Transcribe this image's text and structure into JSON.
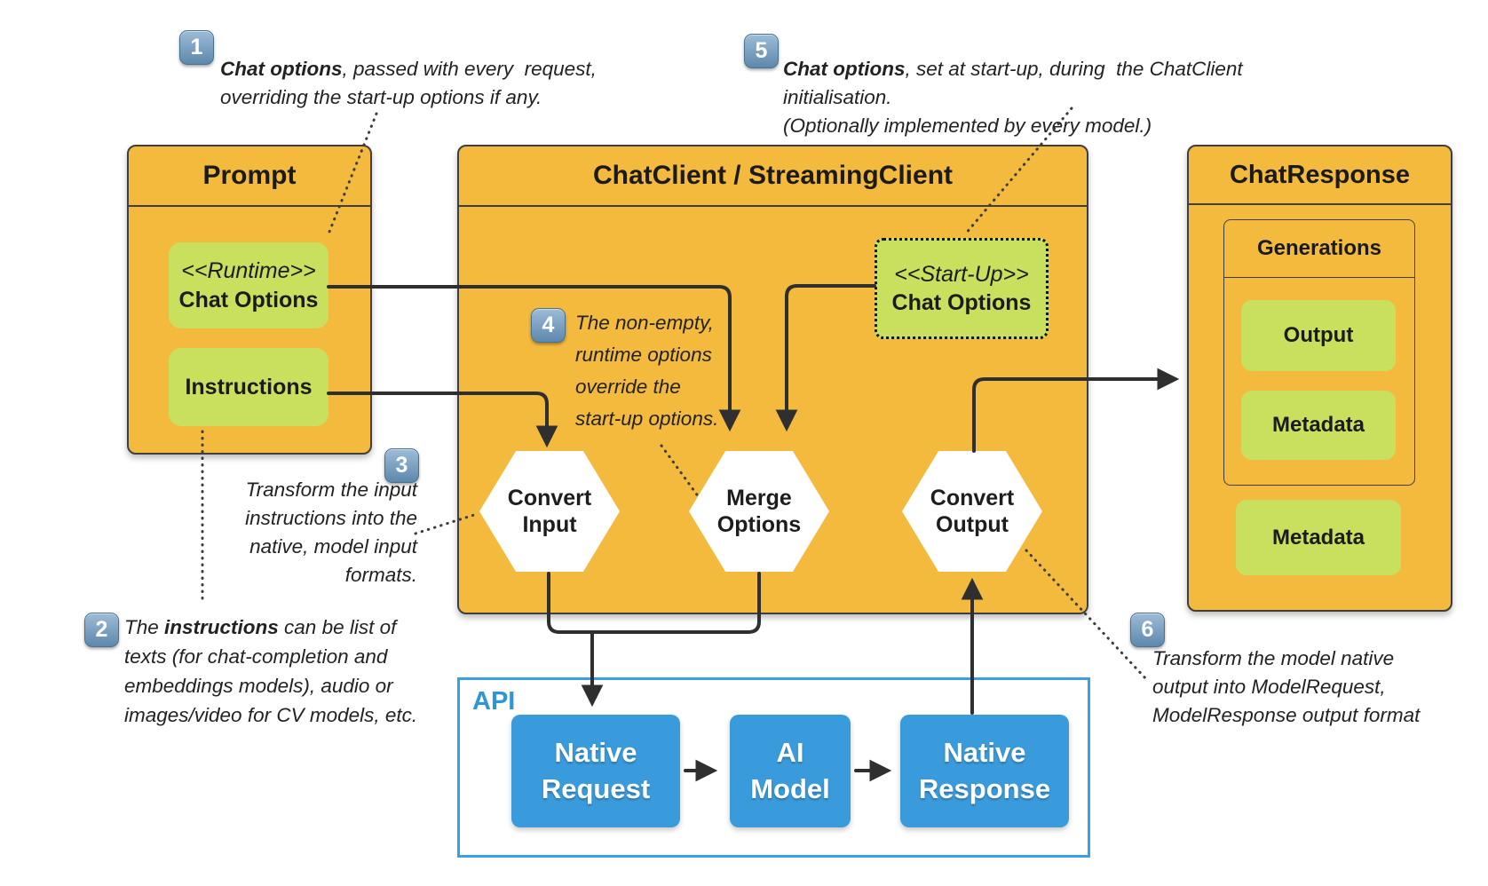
{
  "diagram": {
    "prompt": {
      "title": "Prompt",
      "runtime": {
        "stereotype": "<<Runtime>>",
        "label": "Chat Options"
      },
      "instructions": {
        "label": "Instructions"
      }
    },
    "chat_client": {
      "title": "ChatClient / StreamingClient",
      "startup": {
        "stereotype": "<<Start-Up>>",
        "label": "Chat Options"
      },
      "steps": {
        "convert_input": {
          "line1": "Convert",
          "line2": "Input"
        },
        "merge_options": {
          "line1": "Merge",
          "line2": "Options"
        },
        "convert_output": {
          "line1": "Convert",
          "line2": "Output"
        }
      }
    },
    "chat_response": {
      "title": "ChatResponse",
      "generations": {
        "title": "Generations",
        "output": "Output",
        "metadata": "Metadata"
      },
      "metadata": "Metadata"
    },
    "api": {
      "label": "API",
      "native_request": {
        "line1": "Native",
        "line2": "Request"
      },
      "ai_model": {
        "line1": "AI",
        "line2": "Model"
      },
      "native_response": {
        "line1": "Native",
        "line2": "Response"
      }
    },
    "notes": {
      "n1": {
        "num": "1",
        "bold": "Chat options",
        "rest": ", passed with every  request,",
        "line2": "overriding the start-up options if any."
      },
      "n2": {
        "num": "2",
        "pre": "The ",
        "bold": "instructions",
        "post": " can be list of",
        "line2": "texts (for chat-completion and",
        "line3": "embeddings models), audio or",
        "line4": "images/video for CV models, etc."
      },
      "n3": {
        "num": "3",
        "line1": "Transform the input",
        "line2": "instructions into the",
        "line3": "native, model input",
        "line4": "formats."
      },
      "n4": {
        "num": "4",
        "line1": "The non-empty,",
        "line2": "runtime options",
        "line3": "override the",
        "line4": "start-up options."
      },
      "n5": {
        "num": "5",
        "bold": "Chat options",
        "rest": ", set at start-up, during  the ChatClient initialisation.",
        "line2": "(Optionally implemented by every model.)"
      },
      "n6": {
        "num": "6",
        "line1": "Transform the model native",
        "line2": "output into ModelRequest,",
        "line3": "ModelResponse output format"
      }
    },
    "colors": {
      "orange": "#f3ba3e",
      "green": "#c9e05e",
      "blue": "#3a9bdc",
      "api_border": "#3b9fe6",
      "wire": "#2f2f2f",
      "badge_blue": "#5d88ac"
    }
  }
}
